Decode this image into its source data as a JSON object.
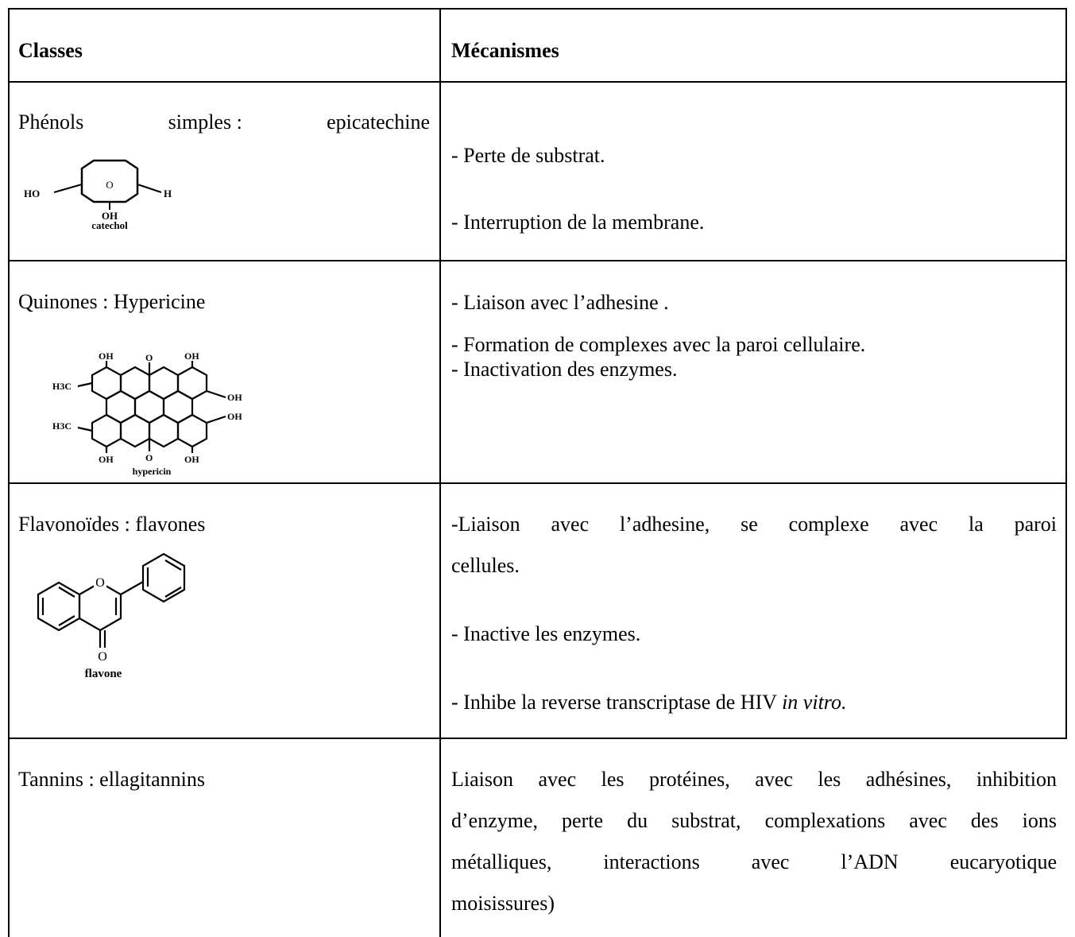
{
  "table": {
    "header": {
      "col1": "Classes",
      "col2": "Mécanismes"
    },
    "rows": [
      {
        "class_label": "Phénols simples : epicatechine",
        "class_parts": [
          "Phénols",
          "simples :",
          "epicatechine"
        ],
        "structure": {
          "name": "catechol",
          "atoms": [
            "HO",
            "O",
            "H",
            "OH"
          ]
        },
        "mechanisms": [
          "- Perte de substrat.",
          "- Interruption de la membrane."
        ]
      },
      {
        "class_label": "Quinones : Hypericine",
        "structure": {
          "name": "hypericin",
          "atoms": [
            "OH",
            "O",
            "OH",
            "H3C",
            "H3C",
            "OH",
            "OH",
            "OH",
            "O",
            "OH"
          ]
        },
        "mechanisms": [
          "- Liaison avec l’adhesine .",
          "- Formation de complexes avec la paroi cellulaire.",
          "- Inactivation des enzymes."
        ]
      },
      {
        "class_label": "Flavonoïdes : flavones",
        "structure": {
          "name": "flavone",
          "atoms": [
            "O",
            "O"
          ]
        },
        "mechanisms": [
          "-Liaison avec l’adhesine, se complexe avec la paroi",
          "cellules.",
          "- Inactive les enzymes.",
          "- Inhibe la reverse transcriptase de HIV",
          "in vitro."
        ]
      },
      {
        "class_label": "Tannins : ellagitannins",
        "mechanisms": [
          "Liaison avec les protéines, avec les adhésines, inhibition",
          "d’enzyme, perte du substrat, complexations avec des ions",
          "métalliques, interactions avec l’ADN eucaryotique",
          "moisissures)"
        ]
      }
    ]
  }
}
